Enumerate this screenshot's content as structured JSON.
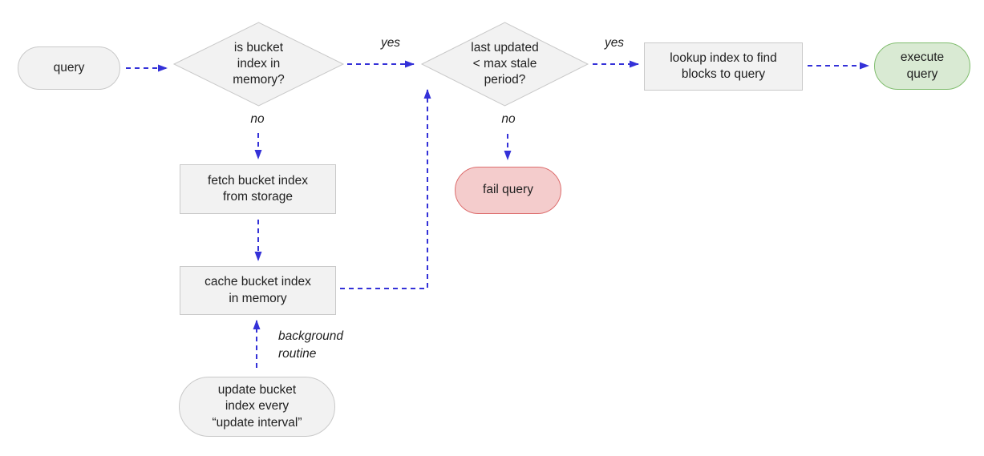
{
  "diagram_type": "flowchart",
  "nodes": {
    "query": {
      "label": "query",
      "shape": "pill",
      "color": "gray"
    },
    "is_bucket_index_in_memory": {
      "label": "is bucket\nindex in\nmemory?",
      "shape": "diamond",
      "color": "gray"
    },
    "last_updated_lt_max_stale": {
      "label": "last updated\n< max stale\nperiod?",
      "shape": "diamond",
      "color": "gray"
    },
    "lookup_index": {
      "label": "lookup index to find\nblocks to query",
      "shape": "rect",
      "color": "gray"
    },
    "execute_query": {
      "label": "execute\nquery",
      "shape": "pill",
      "color": "green"
    },
    "fetch_bucket_index": {
      "label": "fetch bucket index\nfrom storage",
      "shape": "rect",
      "color": "gray"
    },
    "cache_bucket_index": {
      "label": "cache bucket index\nin memory",
      "shape": "rect",
      "color": "gray"
    },
    "fail_query": {
      "label": "fail query",
      "shape": "pill",
      "color": "red"
    },
    "update_bucket_index": {
      "label": "update bucket\nindex every\n“update interval”",
      "shape": "pill",
      "color": "gray"
    }
  },
  "edge_labels": {
    "memory_yes": "yes",
    "memory_no": "no",
    "stale_yes": "yes",
    "stale_no": "no",
    "background_routine": "background\nroutine"
  },
  "edges": [
    {
      "from": "query",
      "to": "is_bucket_index_in_memory",
      "label": ""
    },
    {
      "from": "is_bucket_index_in_memory",
      "to": "last_updated_lt_max_stale",
      "label": "yes"
    },
    {
      "from": "is_bucket_index_in_memory",
      "to": "fetch_bucket_index",
      "label": "no"
    },
    {
      "from": "last_updated_lt_max_stale",
      "to": "lookup_index",
      "label": "yes"
    },
    {
      "from": "last_updated_lt_max_stale",
      "to": "fail_query",
      "label": "no"
    },
    {
      "from": "lookup_index",
      "to": "execute_query",
      "label": ""
    },
    {
      "from": "fetch_bucket_index",
      "to": "cache_bucket_index",
      "label": ""
    },
    {
      "from": "cache_bucket_index",
      "to": "last_updated_lt_max_stale",
      "label": ""
    },
    {
      "from": "update_bucket_index",
      "to": "cache_bucket_index",
      "label": "background routine"
    }
  ],
  "colors": {
    "arrow": "#3431d8",
    "node_fill": "#f2f2f2",
    "node_border": "#c9c9c9",
    "success_fill": "#d9ead3",
    "success_border": "#80bd6e",
    "fail_fill": "#f4cccc",
    "fail_border": "#dd6e6e",
    "text": "#1f1f1f",
    "background": "#ffffff"
  }
}
